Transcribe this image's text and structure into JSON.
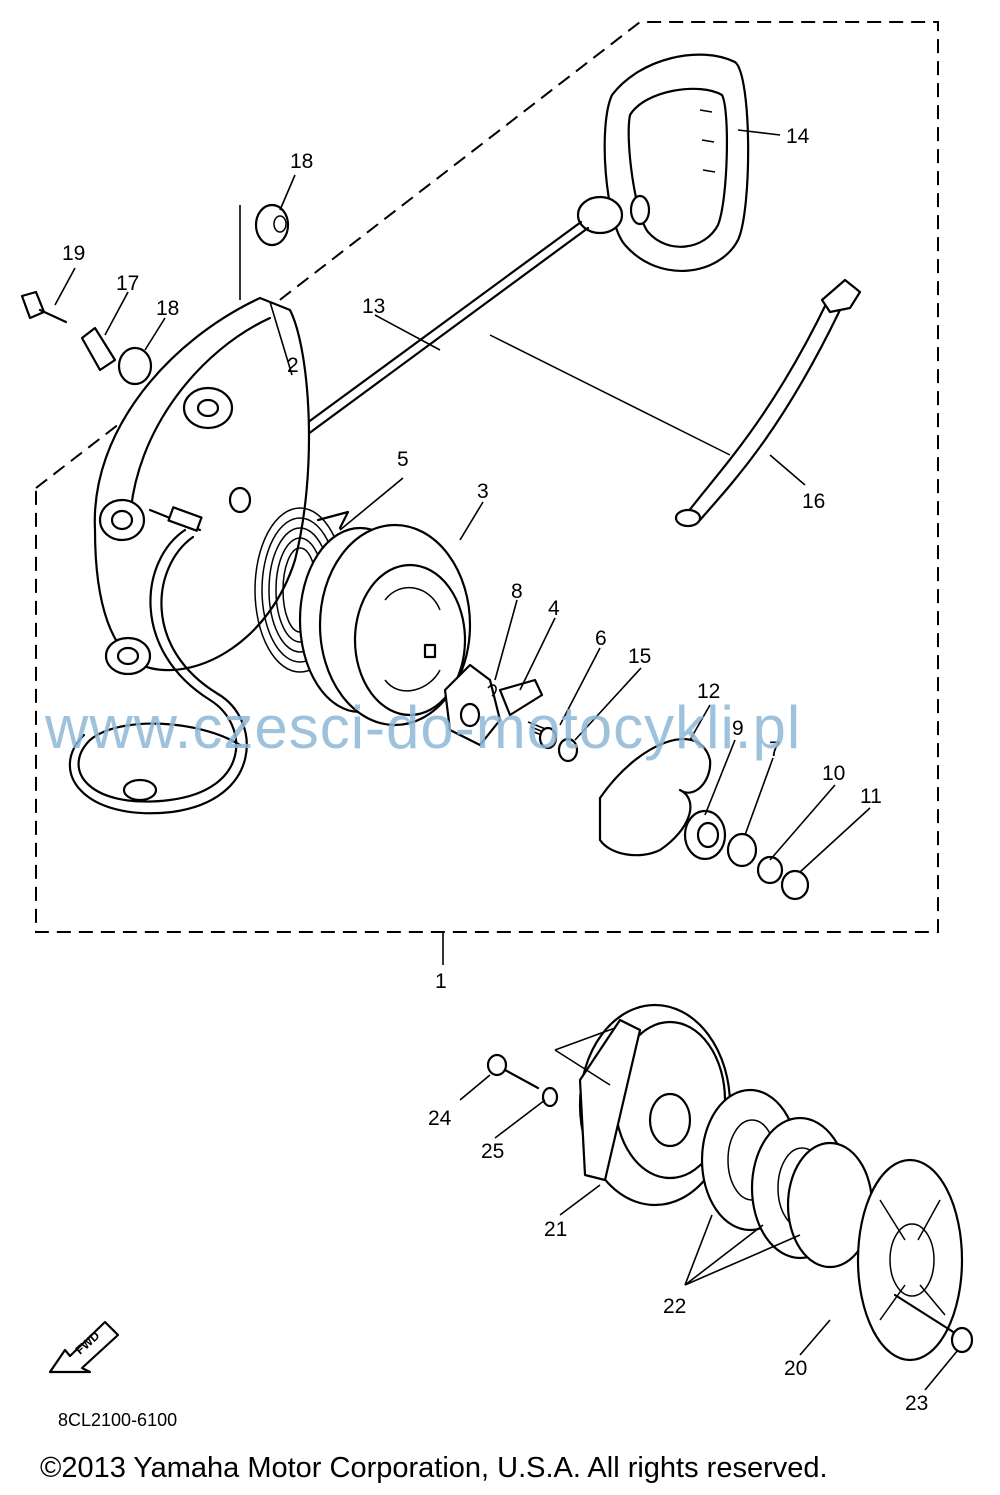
{
  "callouts": [
    "1",
    "2",
    "3",
    "4",
    "5",
    "6",
    "7",
    "8",
    "9",
    "10",
    "11",
    "12",
    "13",
    "14",
    "15",
    "16",
    "17",
    "18",
    "18",
    "19",
    "20",
    "21",
    "22",
    "23",
    "24",
    "25"
  ],
  "fwd_label": "FWD",
  "part_code": "8CL2100-6100",
  "watermark": "www.czesci-do-motocykli.pl",
  "copyright": "©2013 Yamaha Motor Corporation, U.S.A. All rights reserved."
}
